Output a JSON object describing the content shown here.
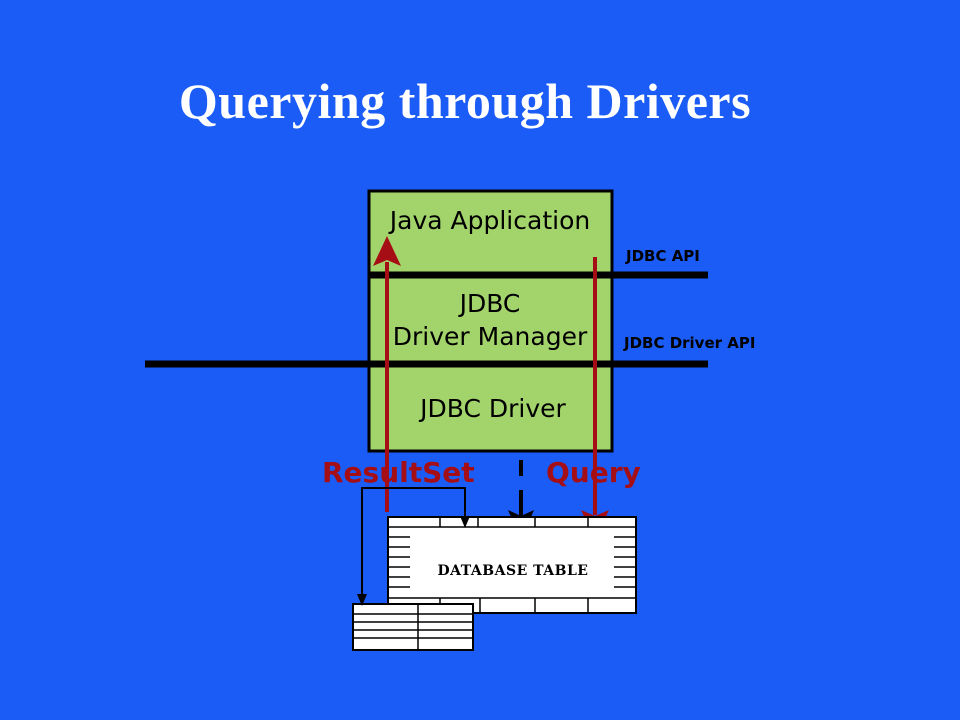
{
  "title": "Querying through Drivers",
  "layers": {
    "app": "Java Application",
    "manager_line1": "JDBC",
    "manager_line2": "Driver Manager",
    "driver": "JDBC Driver"
  },
  "apis": {
    "jdbc_api": "JDBC API",
    "driver_api": "JDBC Driver API"
  },
  "flows": {
    "resultset": "ResultSet",
    "query": "Query"
  },
  "table_label": "DATABASE TABLE",
  "colors": {
    "background": "#1c5cf6",
    "stack_fill": "#a3d46b",
    "arrow_red": "#a40e14",
    "title_text": "#ffffff"
  }
}
